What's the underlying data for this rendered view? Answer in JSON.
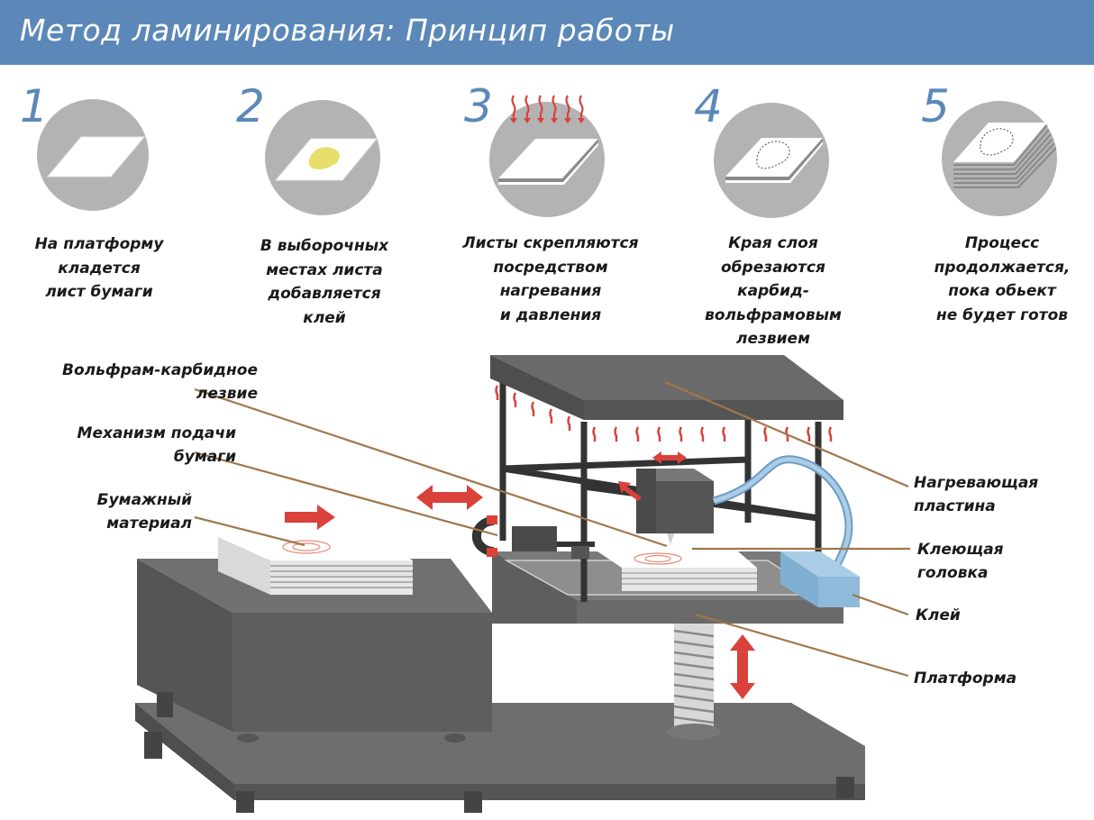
{
  "header": {
    "title": "Метод ламинирования: Принцип работы"
  },
  "steps": [
    {
      "number": "1",
      "text": "На платформу\nкладется\nлист бумаги"
    },
    {
      "number": "2",
      "text": "В выборочных\nместах листа\nдобавляется\nклей"
    },
    {
      "number": "3",
      "text": "Листы скрепляются\nпосредством\nнагревания\nи давления"
    },
    {
      "number": "4",
      "text": "Края слоя\nобрезаются карбид-\nвольфрамовым\nлезвием"
    },
    {
      "number": "5",
      "text": "Процесс\nпродолжается,\nпока обьект\nне будет готов"
    }
  ],
  "labels": {
    "blade": "Вольфрам-карбидное\nлезвие",
    "feed": "Механизм подачи\nбумаги",
    "paper": "Бумажный\nматериал",
    "heater": "Нагревающая\nпластина",
    "glue_head": "Клеющая\nголовка",
    "glue": "Клей",
    "platform": "Платформа"
  },
  "colors": {
    "header_bg": "#5b88b8",
    "accent_blue": "#5b88b8",
    "machine_gray": "#5e5e5e",
    "arrow_red": "#d9413a",
    "leader_brown": "#a0774a",
    "glue_yellow": "#e8de6a",
    "hose_blue": "#a9cde6"
  },
  "icons": {
    "step1": "paper-sheet-icon",
    "step2": "glue-spot-icon",
    "step3": "heat-press-icon",
    "step4": "cut-outline-icon",
    "step5": "stacked-layers-icon"
  }
}
